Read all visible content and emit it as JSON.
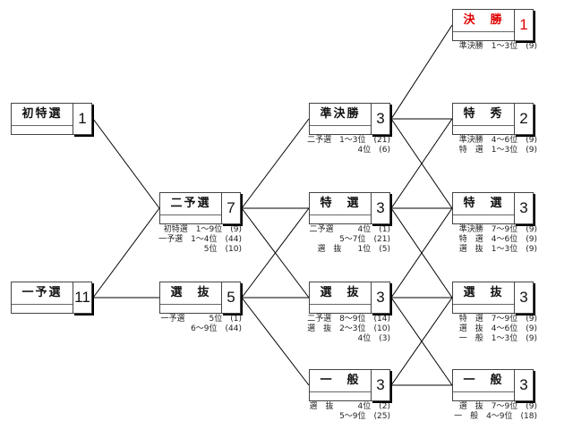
{
  "nodes": [
    {
      "id": "shotokusen",
      "title": "初特選",
      "count": "1"
    },
    {
      "id": "ichiyosen",
      "title": "一予選",
      "count": "11"
    },
    {
      "id": "niyosen",
      "title": "二予選",
      "count": "7"
    },
    {
      "id": "senbatsu1",
      "title": "選　抜",
      "count": "5"
    },
    {
      "id": "junkessho",
      "title": "準決勝",
      "count": "3"
    },
    {
      "id": "tokusen1",
      "title": "特　選",
      "count": "3"
    },
    {
      "id": "senbatsu2",
      "title": "選　抜",
      "count": "3"
    },
    {
      "id": "ippan1",
      "title": "一　般",
      "count": "3"
    },
    {
      "id": "kessho",
      "title": "決　勝",
      "count": "1"
    },
    {
      "id": "tokushu",
      "title": "特　秀",
      "count": "2"
    },
    {
      "id": "tokusen2",
      "title": "特　選",
      "count": "3"
    },
    {
      "id": "senbatsu3",
      "title": "選　抜",
      "count": "3"
    },
    {
      "id": "ippan2",
      "title": "一　般",
      "count": "3"
    }
  ],
  "sources": {
    "niyosen": [
      "初特選　1～9位　(9)",
      "一予選　1～4位　(44)",
      "5位　(10)"
    ],
    "senbatsu1": [
      "一予選　　　5位　(1)",
      "6～9位　(44)"
    ],
    "junkessho": [
      "二予選　1～3位　(21)",
      "4位　(6)"
    ],
    "tokusen1": [
      "二予選　　　4位　(1)",
      "5～7位　(21)",
      "選　抜　　1位　(5)"
    ],
    "senbatsu2": [
      "二予選　8～9位　(14)",
      "選　抜　2～3位　(10)",
      "4位　(3)"
    ],
    "ippan1": [
      "選　抜　　　4位　(2)",
      "5～9位　(25)"
    ],
    "kessho": [
      "準決勝　1～3位　(9)"
    ],
    "tokushu": [
      "準決勝　4～6位　(9)",
      "特　選　1～3位　(9)"
    ],
    "tokusen2": [
      "準決勝　7～9位　(9)",
      "特　選　4～6位　(9)",
      "選　抜　1～3位　(9)"
    ],
    "senbatsu3": [
      "特　選　7～9位　(9)",
      "選　抜　4～6位　(9)",
      "一　般　1～3位　(9)"
    ],
    "ippan2": [
      "選　抜　7～9位　(9)",
      "一　般　4～9位　(18)"
    ]
  },
  "edges": [
    [
      "shotokusen",
      "niyosen"
    ],
    [
      "ichiyosen",
      "niyosen"
    ],
    [
      "ichiyosen",
      "senbatsu1"
    ],
    [
      "niyosen",
      "junkessho"
    ],
    [
      "niyosen",
      "tokusen1"
    ],
    [
      "niyosen",
      "senbatsu2"
    ],
    [
      "senbatsu1",
      "tokusen1"
    ],
    [
      "senbatsu1",
      "senbatsu2"
    ],
    [
      "senbatsu1",
      "ippan1"
    ],
    [
      "junkessho",
      "kessho"
    ],
    [
      "junkessho",
      "tokushu"
    ],
    [
      "junkessho",
      "tokusen2"
    ],
    [
      "tokusen1",
      "tokushu"
    ],
    [
      "tokusen1",
      "tokusen2"
    ],
    [
      "tokusen1",
      "senbatsu3"
    ],
    [
      "senbatsu2",
      "tokusen2"
    ],
    [
      "senbatsu2",
      "senbatsu3"
    ],
    [
      "senbatsu2",
      "ippan2"
    ],
    [
      "ippan1",
      "senbatsu3"
    ],
    [
      "ippan1",
      "ippan2"
    ]
  ],
  "colors": {
    "final": "#e00000",
    "line": "#000000"
  }
}
